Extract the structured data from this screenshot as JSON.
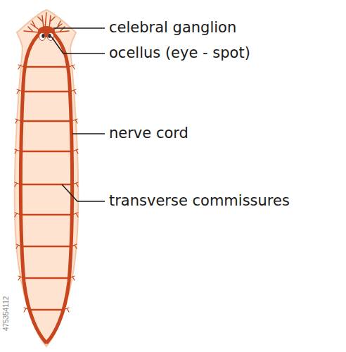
{
  "diagram": {
    "labels": [
      "celebral ganglion",
      "ocellus (eye - spot)",
      "nerve cord",
      "transverse commissures",
      "475354112"
    ]
  }
}
